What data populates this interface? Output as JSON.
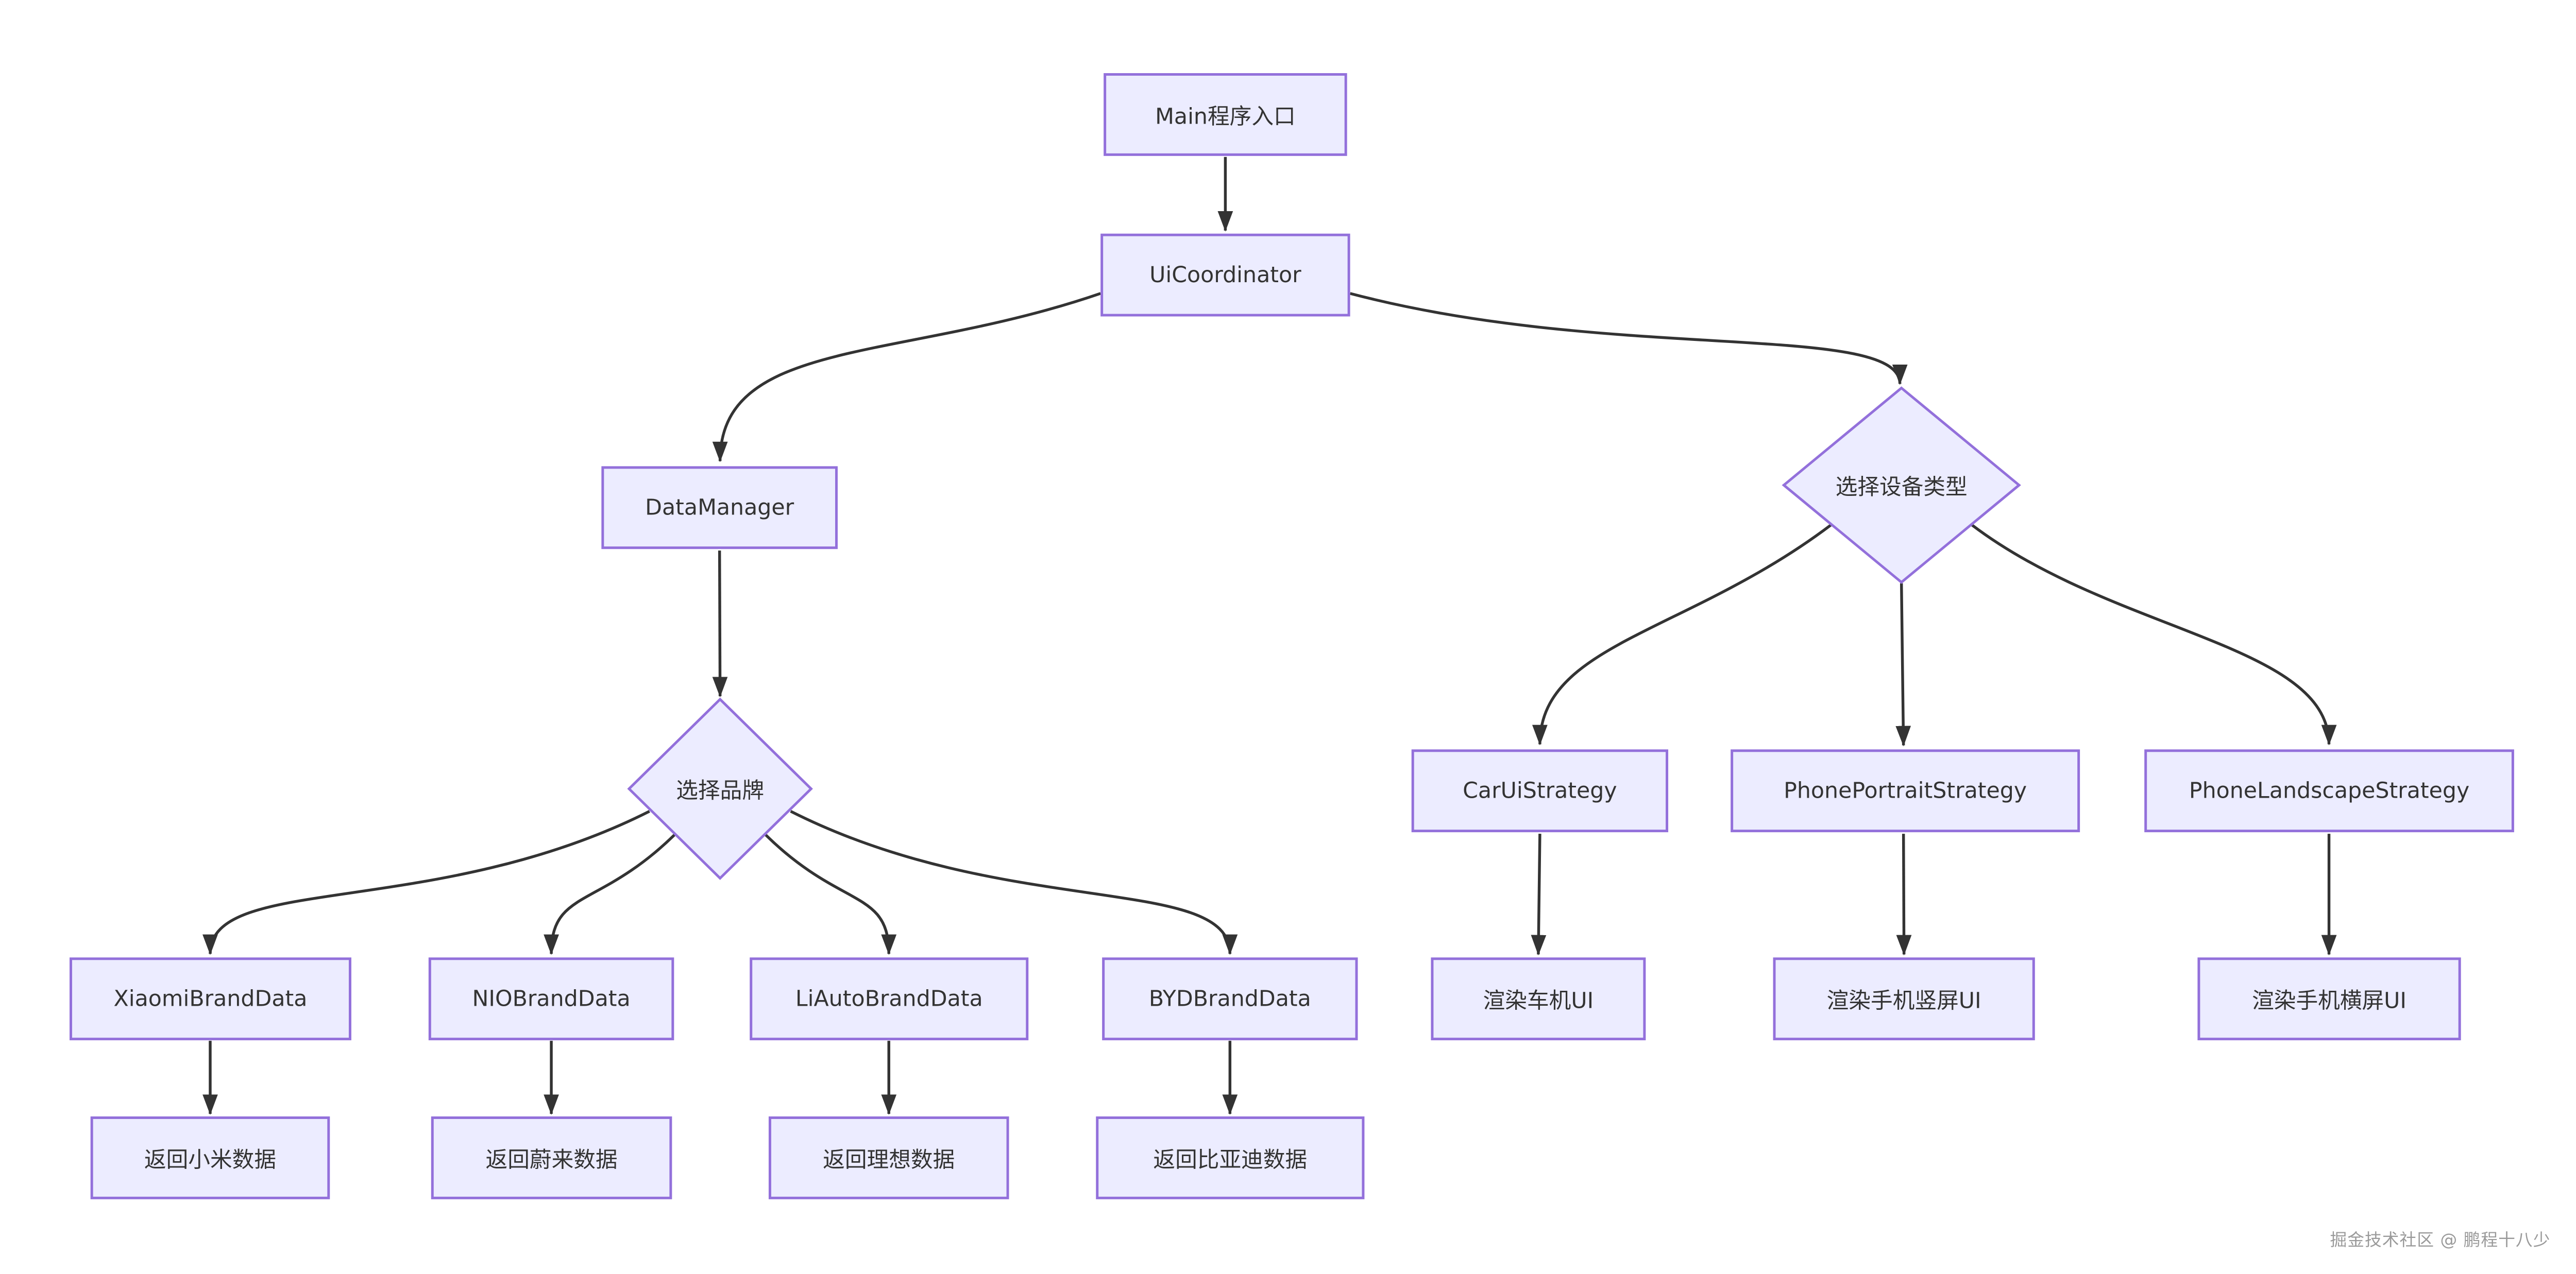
{
  "diagram": {
    "type": "flowchart",
    "direction": "top-down",
    "colors": {
      "node_fill": "#ECECFF",
      "node_border": "#9370DB",
      "edge": "#333333",
      "text": "#333333",
      "background": "#FFFFFF",
      "watermark_text": "#9A9A9A"
    },
    "nodes": {
      "main": {
        "label": "Main程序入口",
        "shape": "rect"
      },
      "uiCoordinator": {
        "label": "UiCoordinator",
        "shape": "rect"
      },
      "dataManager": {
        "label": "DataManager",
        "shape": "rect"
      },
      "brandDecision": {
        "label": "选择品牌",
        "shape": "diamond"
      },
      "xiaomiBrand": {
        "label": "XiaomiBrandData",
        "shape": "rect"
      },
      "nioBrand": {
        "label": "NIOBrandData",
        "shape": "rect"
      },
      "liautoBrand": {
        "label": "LiAutoBrandData",
        "shape": "rect"
      },
      "bydBrand": {
        "label": "BYDBrandData",
        "shape": "rect"
      },
      "xiaomiReturn": {
        "label": "返回小米数据",
        "shape": "rect"
      },
      "nioReturn": {
        "label": "返回蔚来数据",
        "shape": "rect"
      },
      "liautoReturn": {
        "label": "返回理想数据",
        "shape": "rect"
      },
      "bydReturn": {
        "label": "返回比亚迪数据",
        "shape": "rect"
      },
      "deviceDecision": {
        "label": "选择设备类型",
        "shape": "diamond"
      },
      "carStrategy": {
        "label": "CarUiStrategy",
        "shape": "rect"
      },
      "portraitStrategy": {
        "label": "PhonePortraitStrategy",
        "shape": "rect"
      },
      "landscapeStrategy": {
        "label": "PhoneLandscapeStrategy",
        "shape": "rect"
      },
      "renderCar": {
        "label": "渲染车机UI",
        "shape": "rect"
      },
      "renderPortrait": {
        "label": "渲染手机竖屏UI",
        "shape": "rect"
      },
      "renderLandscape": {
        "label": "渲染手机横屏UI",
        "shape": "rect"
      }
    },
    "edges": [
      {
        "from": "main",
        "to": "uiCoordinator"
      },
      {
        "from": "uiCoordinator",
        "to": "dataManager"
      },
      {
        "from": "uiCoordinator",
        "to": "deviceDecision"
      },
      {
        "from": "dataManager",
        "to": "brandDecision"
      },
      {
        "from": "brandDecision",
        "to": "xiaomiBrand"
      },
      {
        "from": "brandDecision",
        "to": "nioBrand"
      },
      {
        "from": "brandDecision",
        "to": "liautoBrand"
      },
      {
        "from": "brandDecision",
        "to": "bydBrand"
      },
      {
        "from": "xiaomiBrand",
        "to": "xiaomiReturn"
      },
      {
        "from": "nioBrand",
        "to": "nioReturn"
      },
      {
        "from": "liautoBrand",
        "to": "liautoReturn"
      },
      {
        "from": "bydBrand",
        "to": "bydReturn"
      },
      {
        "from": "deviceDecision",
        "to": "carStrategy"
      },
      {
        "from": "deviceDecision",
        "to": "portraitStrategy"
      },
      {
        "from": "deviceDecision",
        "to": "landscapeStrategy"
      },
      {
        "from": "carStrategy",
        "to": "renderCar"
      },
      {
        "from": "portraitStrategy",
        "to": "renderPortrait"
      },
      {
        "from": "landscapeStrategy",
        "to": "renderLandscape"
      }
    ]
  },
  "watermark": "掘金技术社区 @ 鹏程十八少"
}
